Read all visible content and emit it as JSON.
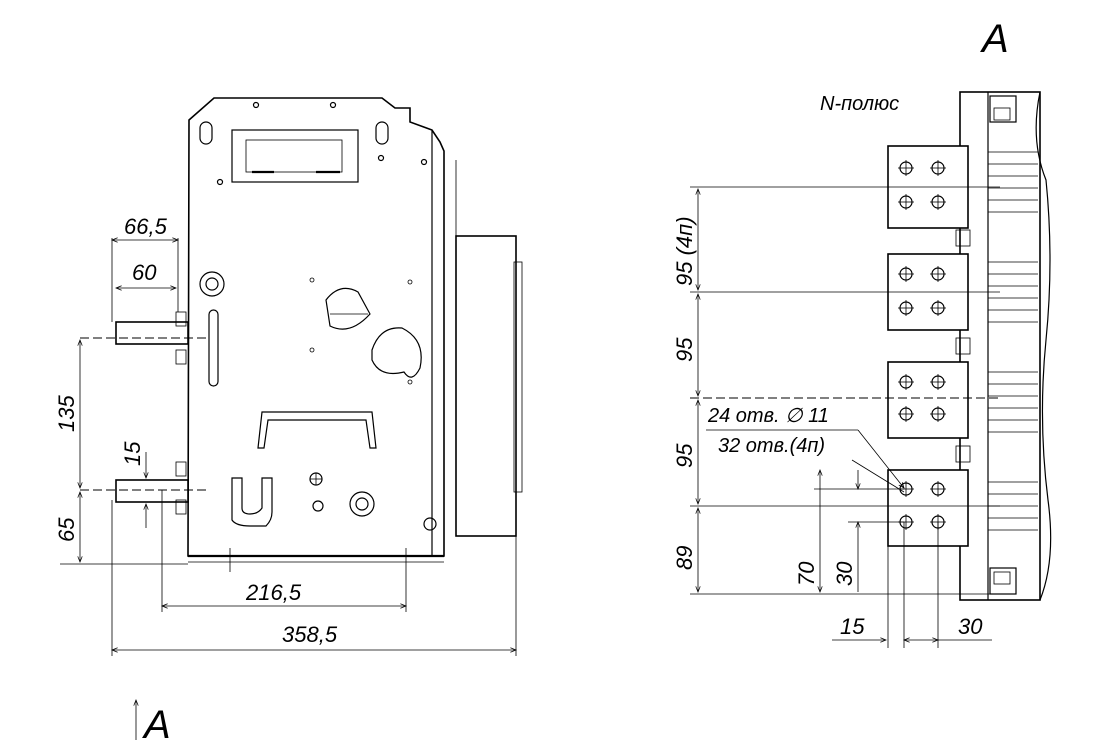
{
  "view_labels": {
    "view_a_title": "A",
    "view_a_arrow_label": "A"
  },
  "side_view": {
    "dims": {
      "d_66_5": "66,5",
      "d_60": "60",
      "d_135": "135",
      "d_15": "15",
      "d_65": "65",
      "d_216_5": "216,5",
      "d_358_5": "358,5"
    }
  },
  "view_a": {
    "pole_label": "N-полюс",
    "dims": {
      "d_95_4p": "95 (4п)",
      "d_95_a": "95",
      "d_95_b": "95",
      "d_89": "89",
      "d_70": "70",
      "d_30_v": "30",
      "d_15_h": "15",
      "d_30_h": "30"
    },
    "hole_note_1": "24 отв. ∅ 11",
    "hole_note_2": "32 отв.(4п)"
  }
}
